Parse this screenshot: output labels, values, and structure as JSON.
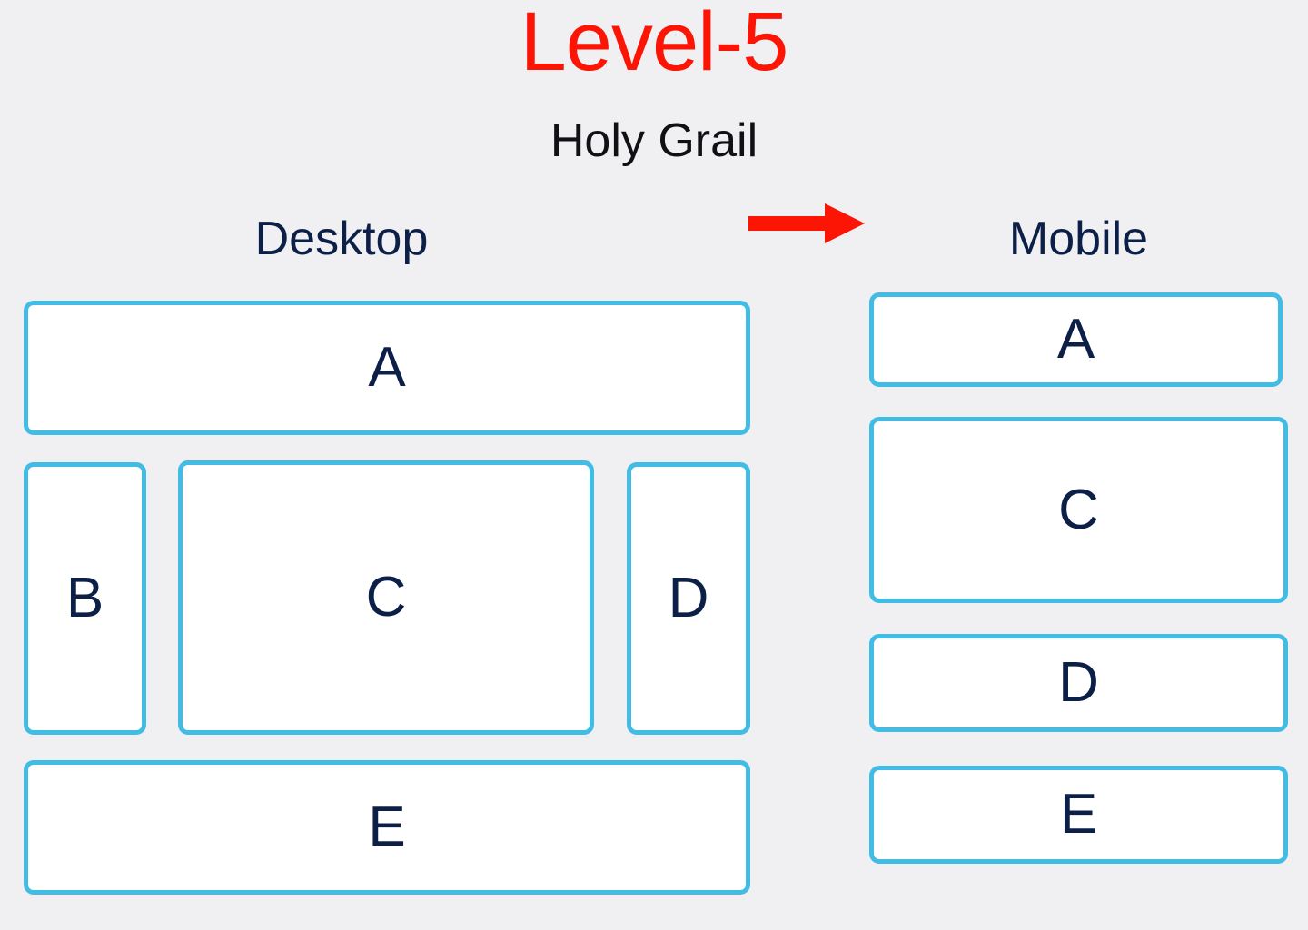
{
  "header": {
    "title": "Level-5",
    "subtitle": "Holy Grail"
  },
  "columns": {
    "desktop_caption": "Desktop",
    "mobile_caption": "Mobile"
  },
  "arrow": {
    "icon": "arrow-right-icon",
    "direction": "right"
  },
  "desktop_layout": {
    "regions": [
      {
        "label": "A",
        "role": "header"
      },
      {
        "label": "B",
        "role": "left-sidebar"
      },
      {
        "label": "C",
        "role": "main-content"
      },
      {
        "label": "D",
        "role": "right-sidebar"
      },
      {
        "label": "E",
        "role": "footer"
      }
    ]
  },
  "mobile_layout": {
    "regions": [
      {
        "label": "A",
        "role": "header"
      },
      {
        "label": "C",
        "role": "main-content"
      },
      {
        "label": "D",
        "role": "right-sidebar"
      },
      {
        "label": "E",
        "role": "footer"
      }
    ]
  },
  "colors": {
    "background": "#f0eff2",
    "box_border": "#41bce5",
    "box_fill": "#ffffff",
    "title_red": "#fc1405",
    "label_navy": "#0c1f47",
    "subtitle_black": "#111014"
  }
}
